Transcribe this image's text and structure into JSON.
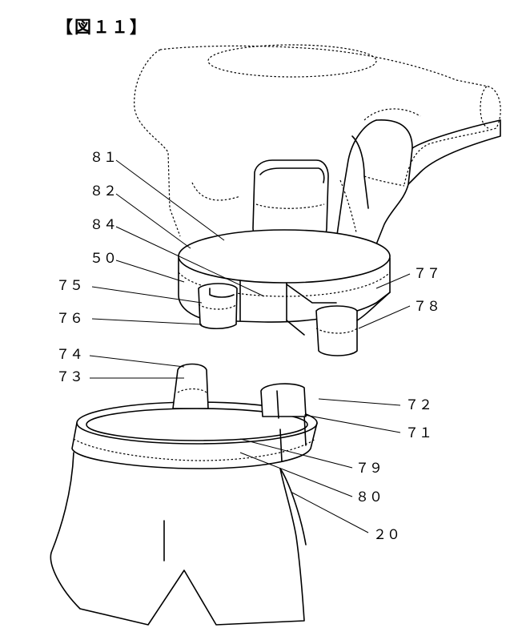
{
  "figure": {
    "title": "【図１１】"
  },
  "labels": {
    "l81": "８１",
    "l82": "８２",
    "l84": "８４",
    "l50": "５０",
    "l75": "７５",
    "l76": "７６",
    "l77": "７７",
    "l78": "７８",
    "l74": "７４",
    "l73": "７３",
    "l72": "７２",
    "l71": "７１",
    "l79": "７９",
    "l80": "８０",
    "l20": "２０"
  }
}
